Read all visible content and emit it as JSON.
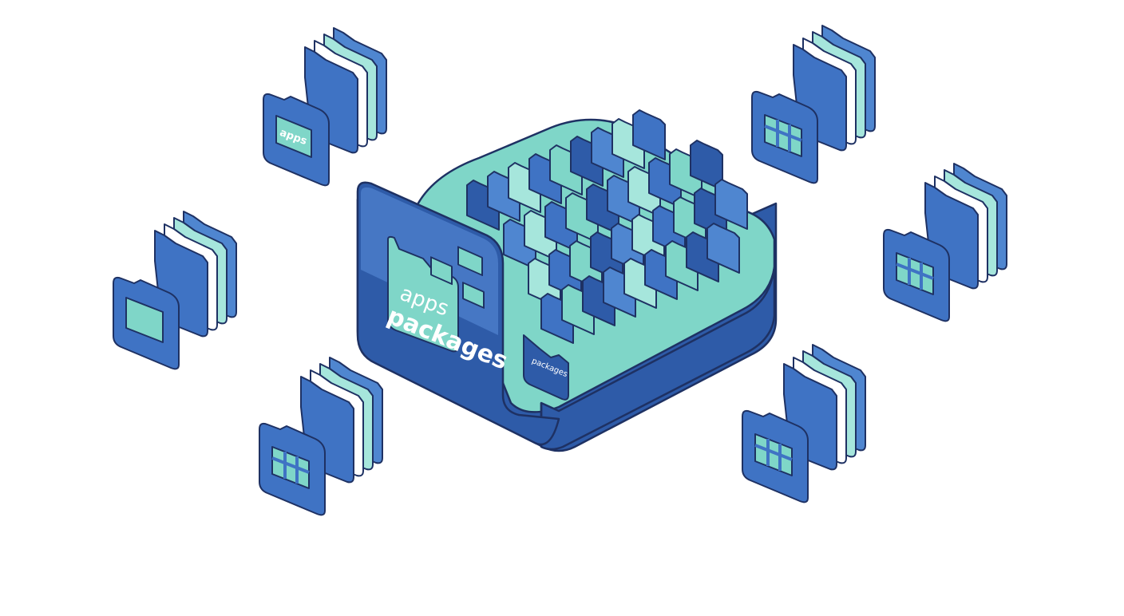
{
  "labels": {
    "box_apps": "apps",
    "box_packages": "packages",
    "inner_folder": "packages",
    "stack_apps": "apps"
  },
  "colors": {
    "outline": "#1e3163",
    "blue_dark": "#2e5ba8",
    "blue_mid": "#3f73c4",
    "blue_light": "#4f86d0",
    "teal": "#7fd6c8",
    "teal_light": "#a6e6dc",
    "paper": "#ffffff"
  },
  "folder_stacks": [
    {
      "id": "top-left",
      "icon": "apps-label-icon"
    },
    {
      "id": "middle-left",
      "icon": "window-icon"
    },
    {
      "id": "bottom-left",
      "icon": "grid-layout-icon"
    },
    {
      "id": "top-right",
      "icon": "grid-layout-icon"
    },
    {
      "id": "middle-right",
      "icon": "grid-layout-icon"
    },
    {
      "id": "bottom-right",
      "icon": "grid-layout-icon"
    }
  ]
}
